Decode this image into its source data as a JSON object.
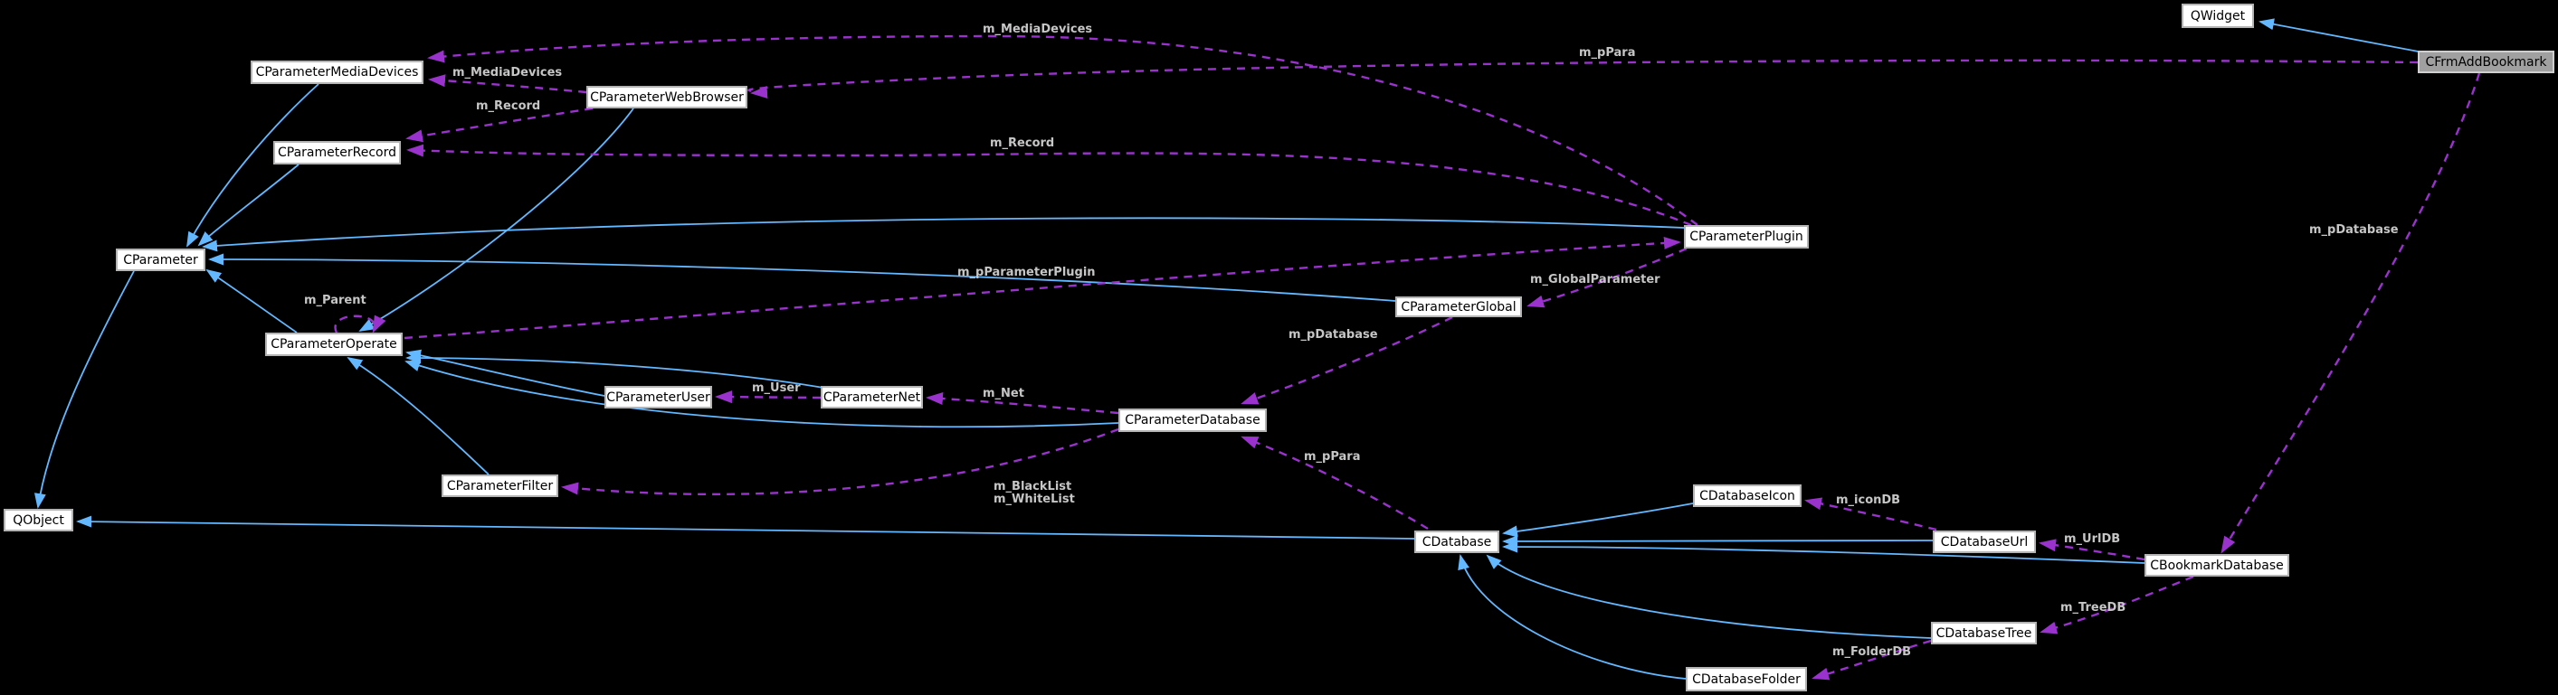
{
  "diagram": {
    "kind": "class-collaboration-graph",
    "highlighted_node": "CFrmAddBookmark",
    "colors": {
      "background": "#000000",
      "inheritance_edge": "#63b8ff",
      "usage_edge": "#9a32cd",
      "node_background": "#ffffff",
      "node_border": "#b4b4b4",
      "node_text": "#000000",
      "highlight_background": "#a0a0a0",
      "edge_label_text": "#c6c6c6"
    },
    "nodes": [
      {
        "id": "QWidget",
        "label": "QWidget"
      },
      {
        "id": "CFrmAddBookmark",
        "label": "CFrmAddBookmark",
        "highlighted": true
      },
      {
        "id": "CParameterMediaDevices",
        "label": "CParameterMediaDevices"
      },
      {
        "id": "CParameterWebBrowser",
        "label": "CParameterWebBrowser"
      },
      {
        "id": "CParameterRecord",
        "label": "CParameterRecord"
      },
      {
        "id": "CParameter",
        "label": "CParameter"
      },
      {
        "id": "CParameterPlugin",
        "label": "CParameterPlugin"
      },
      {
        "id": "CParameterOperate",
        "label": "CParameterOperate"
      },
      {
        "id": "CParameterGlobal",
        "label": "CParameterGlobal"
      },
      {
        "id": "CParameterUser",
        "label": "CParameterUser"
      },
      {
        "id": "CParameterNet",
        "label": "CParameterNet"
      },
      {
        "id": "CParameterDatabase",
        "label": "CParameterDatabase"
      },
      {
        "id": "CParameterFilter",
        "label": "CParameterFilter"
      },
      {
        "id": "QObject",
        "label": "QObject"
      },
      {
        "id": "CDatabase",
        "label": "CDatabase"
      },
      {
        "id": "CDatabaseIcon",
        "label": "CDatabaseIcon"
      },
      {
        "id": "CDatabaseUrl",
        "label": "CDatabaseUrl"
      },
      {
        "id": "CBookmarkDatabase",
        "label": "CBookmarkDatabase"
      },
      {
        "id": "CDatabaseTree",
        "label": "CDatabaseTree"
      },
      {
        "id": "CDatabaseFolder",
        "label": "CDatabaseFolder"
      }
    ],
    "edges": [
      {
        "from": "CFrmAddBookmark",
        "to": "QWidget",
        "type": "inheritance",
        "label": ""
      },
      {
        "from": "CParameterMediaDevices",
        "to": "CParameter",
        "type": "inheritance",
        "label": ""
      },
      {
        "from": "CParameterRecord",
        "to": "CParameter",
        "type": "inheritance",
        "label": ""
      },
      {
        "from": "CParameterPlugin",
        "to": "CParameter",
        "type": "inheritance",
        "label": ""
      },
      {
        "from": "CParameterGlobal",
        "to": "CParameter",
        "type": "inheritance",
        "label": ""
      },
      {
        "from": "CParameterOperate",
        "to": "CParameter",
        "type": "inheritance",
        "label": ""
      },
      {
        "from": "CParameterWebBrowser",
        "to": "CParameterOperate",
        "type": "inheritance",
        "label": ""
      },
      {
        "from": "CParameterUser",
        "to": "CParameterOperate",
        "type": "inheritance",
        "label": ""
      },
      {
        "from": "CParameterNet",
        "to": "CParameterOperate",
        "type": "inheritance",
        "label": ""
      },
      {
        "from": "CParameterDatabase",
        "to": "CParameterOperate",
        "type": "inheritance",
        "label": ""
      },
      {
        "from": "CParameterFilter",
        "to": "CParameterOperate",
        "type": "inheritance",
        "label": ""
      },
      {
        "from": "CParameter",
        "to": "QObject",
        "type": "inheritance",
        "label": ""
      },
      {
        "from": "CDatabase",
        "to": "QObject",
        "type": "inheritance",
        "label": ""
      },
      {
        "from": "CDatabaseIcon",
        "to": "CDatabase",
        "type": "inheritance",
        "label": ""
      },
      {
        "from": "CDatabaseUrl",
        "to": "CDatabase",
        "type": "inheritance",
        "label": ""
      },
      {
        "from": "CBookmarkDatabase",
        "to": "CDatabase",
        "type": "inheritance",
        "label": ""
      },
      {
        "from": "CDatabaseTree",
        "to": "CDatabase",
        "type": "inheritance",
        "label": ""
      },
      {
        "from": "CDatabaseFolder",
        "to": "CDatabase",
        "type": "inheritance",
        "label": ""
      },
      {
        "from": "CFrmAddBookmark",
        "to": "CParameterWebBrowser",
        "type": "usage",
        "label": "m_pPara"
      },
      {
        "from": "CFrmAddBookmark",
        "to": "CBookmarkDatabase",
        "type": "usage",
        "label": "m_pDatabase"
      },
      {
        "from": "CParameterPlugin",
        "to": "CParameterMediaDevices",
        "type": "usage",
        "label": "m_MediaDevices"
      },
      {
        "from": "CParameterPlugin",
        "to": "CParameterRecord",
        "type": "usage",
        "label": "m_Record"
      },
      {
        "from": "CParameterWebBrowser",
        "to": "CParameterMediaDevices",
        "type": "usage",
        "label": "m_MediaDevices"
      },
      {
        "from": "CParameterWebBrowser",
        "to": "CParameterRecord",
        "type": "usage",
        "label": "m_Record"
      },
      {
        "from": "CParameterOperate",
        "to": "CParameterOperate",
        "type": "usage",
        "label": "m_Parent"
      },
      {
        "from": "CParameterPlugin",
        "to": "CParameterGlobal",
        "type": "usage",
        "label": "m_GlobalParameter"
      },
      {
        "from": "CParameterGlobal",
        "to": "CParameterDatabase",
        "type": "usage",
        "label": "m_pDatabase"
      },
      {
        "from": "CParameterOperate",
        "to": "CParameterPlugin",
        "type": "usage",
        "label": "m_pParameterPlugin"
      },
      {
        "from": "CParameterNet",
        "to": "CParameterUser",
        "type": "usage",
        "label": "m_User"
      },
      {
        "from": "CParameterDatabase",
        "to": "CParameterNet",
        "type": "usage",
        "label": "m_Net"
      },
      {
        "from": "CParameterDatabase",
        "to": "CParameterFilter",
        "type": "usage",
        "label": "m_BlackList\nm_WhiteList"
      },
      {
        "from": "CDatabase",
        "to": "CParameterDatabase",
        "type": "usage",
        "label": "m_pPara"
      },
      {
        "from": "CBookmarkDatabase",
        "to": "CDatabaseUrl",
        "type": "usage",
        "label": "m_UrlDB"
      },
      {
        "from": "CDatabaseUrl",
        "to": "CDatabaseIcon",
        "type": "usage",
        "label": "m_iconDB"
      },
      {
        "from": "CBookmarkDatabase",
        "to": "CDatabaseTree",
        "type": "usage",
        "label": "m_TreeDB"
      },
      {
        "from": "CDatabaseTree",
        "to": "CDatabaseFolder",
        "type": "usage",
        "label": "m_FolderDB"
      }
    ]
  }
}
